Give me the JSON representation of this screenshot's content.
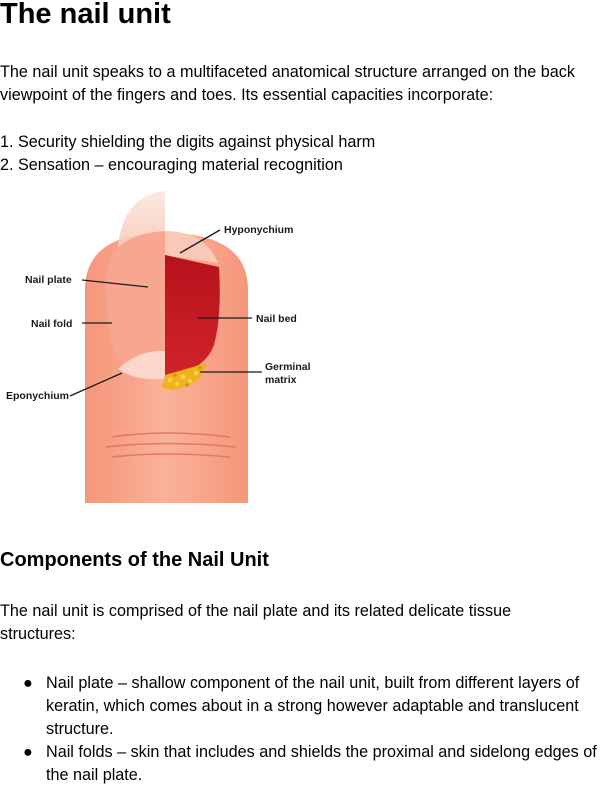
{
  "document": {
    "title": "The nail unit",
    "intro": "The nail unit speaks to a multifaceted anatomical structure arranged on the back viewpoint of the fingers and toes. Its essential capacities incorporate:",
    "functions": [
      "1. Security shielding the digits against physical harm",
      "2. Sensation – encouraging material recognition"
    ]
  },
  "diagram": {
    "labels": {
      "hyponychium": "Hyponychium",
      "nail_plate": "Nail plate",
      "nail_fold": "Nail fold",
      "nail_bed": "Nail bed",
      "germinal_matrix_line1": "Germinal",
      "germinal_matrix_line2": "matrix",
      "eponychium": "Eponychium"
    },
    "colors": {
      "skin": "#f59a7c",
      "nail_bed": "#c41e24",
      "matrix": "#f2b31a",
      "nail_tip": "#fbd6ca"
    }
  },
  "components": {
    "heading": "Components of the Nail Unit",
    "intro": "The nail unit is comprised of the nail plate and its related delicate tissue structures:",
    "bullet_symbol": "●",
    "items": [
      "Nail plate – shallow component of the nail unit, built from different layers of keratin, which comes about in a strong however adaptable and translucent structure.",
      "Nail folds –  skin that includes and shields the proximal and sidelong edges of the nail plate."
    ]
  }
}
